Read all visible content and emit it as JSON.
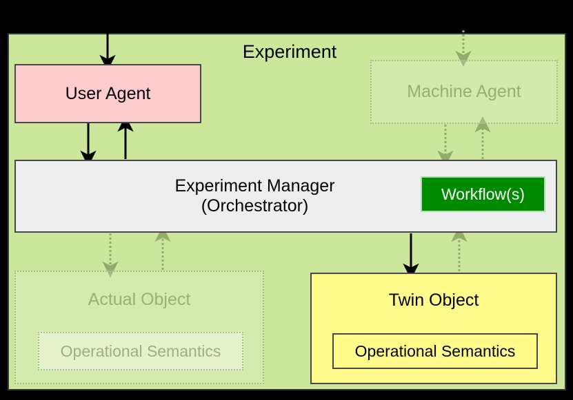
{
  "diagram": {
    "title": "Experiment",
    "background_color": "#000000",
    "container_color": "#cce69b"
  },
  "nodes": {
    "user_agent": {
      "label": "User Agent",
      "color": "#fcccce",
      "state": "active"
    },
    "machine_agent": {
      "label": "Machine Agent",
      "color": "#cce69b",
      "state": "faded"
    },
    "experiment_manager": {
      "label": "Experiment Manager\n(Orchestrator)",
      "color": "#eeeeee",
      "state": "active"
    },
    "workflows": {
      "label": "Workflow(s)",
      "color": "#008a00",
      "text_color": "#ffffff",
      "state": "active"
    },
    "actual_object": {
      "label": "Actual Object",
      "color": "#cce69b",
      "state": "faded",
      "inner_label": "Operational Semantics"
    },
    "twin_object": {
      "label": "Twin Object",
      "color": "#fffb8b",
      "state": "active",
      "inner_label": "Operational Semantics"
    }
  },
  "edges": [
    {
      "name": "external-to-user-agent",
      "from": "external",
      "to": "user_agent",
      "style": "solid",
      "direction": "down"
    },
    {
      "name": "external-to-machine-agent",
      "from": "external",
      "to": "machine_agent",
      "style": "dotted",
      "direction": "down"
    },
    {
      "name": "user-agent-to-manager",
      "from": "user_agent",
      "to": "experiment_manager",
      "style": "solid",
      "direction": "down"
    },
    {
      "name": "manager-to-user-agent",
      "from": "experiment_manager",
      "to": "user_agent",
      "style": "solid",
      "direction": "up"
    },
    {
      "name": "machine-agent-to-manager",
      "from": "machine_agent",
      "to": "experiment_manager",
      "style": "dotted",
      "direction": "down"
    },
    {
      "name": "manager-to-machine-agent",
      "from": "experiment_manager",
      "to": "machine_agent",
      "style": "dotted",
      "direction": "up"
    },
    {
      "name": "manager-to-actual-object",
      "from": "experiment_manager",
      "to": "actual_object",
      "style": "dotted",
      "direction": "down"
    },
    {
      "name": "actual-object-to-manager",
      "from": "actual_object",
      "to": "experiment_manager",
      "style": "dotted",
      "direction": "up"
    },
    {
      "name": "manager-to-twin-object",
      "from": "experiment_manager",
      "to": "twin_object",
      "style": "solid",
      "direction": "down"
    },
    {
      "name": "twin-object-to-manager",
      "from": "twin_object",
      "to": "experiment_manager",
      "style": "dotted",
      "direction": "up"
    }
  ],
  "colors": {
    "stroke_solid": "#000000",
    "stroke_faded": "#8faa68",
    "border_dark": "#48484a",
    "border_faded": "#a9bf86"
  }
}
